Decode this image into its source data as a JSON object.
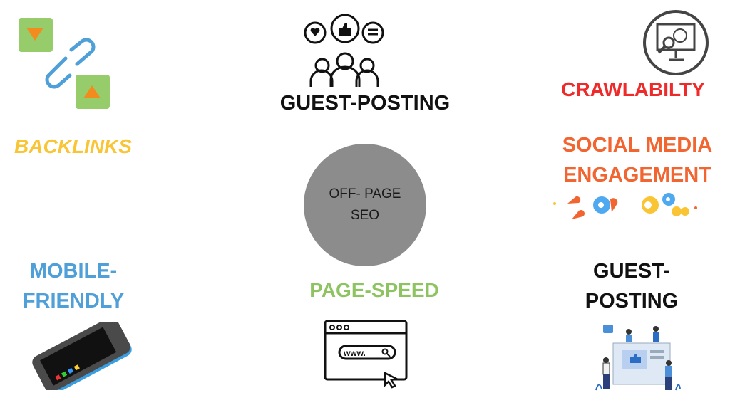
{
  "center": {
    "line1": "OFF- PAGE",
    "line2": "SEO"
  },
  "items": {
    "backlinks": {
      "label": "BACKLINKS",
      "color": "#f9c535",
      "icon": "chain-link-icon"
    },
    "guest_posting_top": {
      "label": "GUEST-POSTING",
      "color": "#111111",
      "icon": "community-feedback-icon"
    },
    "crawlability": {
      "label": "CRAWLABILTY",
      "color": "#ee2a2a",
      "icon": "monitor-globe-search-icon"
    },
    "social_media": {
      "line1": "SOCIAL MEDIA",
      "line2": "ENGAGEMENT",
      "color": "#f26531",
      "icon": "reactions-icon"
    },
    "mobile_friendly": {
      "line1": "MOBILE-",
      "line2": "FRIENDLY",
      "color": "#4f9fd8",
      "icon": "smartphone-icon"
    },
    "page_speed": {
      "label": "PAGE-SPEED",
      "color": "#8dc461",
      "icon": "browser-window-icon",
      "url_text": "www."
    },
    "guest_posting_bottom": {
      "line1": "GUEST-",
      "line2": "POSTING",
      "color": "#111111",
      "icon": "people-blog-icon"
    }
  }
}
